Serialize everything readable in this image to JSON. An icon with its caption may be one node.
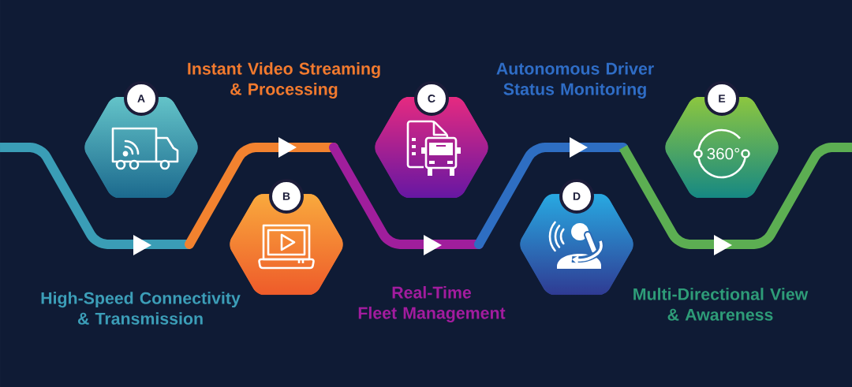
{
  "diagram": {
    "nodes": [
      {
        "text": [
          "A"
        ]
      },
      {
        "text": [
          "B"
        ]
      },
      {
        "text": [
          "C"
        ]
      },
      {
        "text": [
          "D"
        ]
      },
      {
        "text": [
          "E",
          "360°"
        ]
      }
    ],
    "labels": [
      "Instant Video Streaming & Processing",
      "Autonomous Driver Status Monitoring",
      "High-Speed Connectivity & Transmission",
      "Real-Time Fleet Management",
      "Multi-Directional View & Awareness"
    ]
  }
}
